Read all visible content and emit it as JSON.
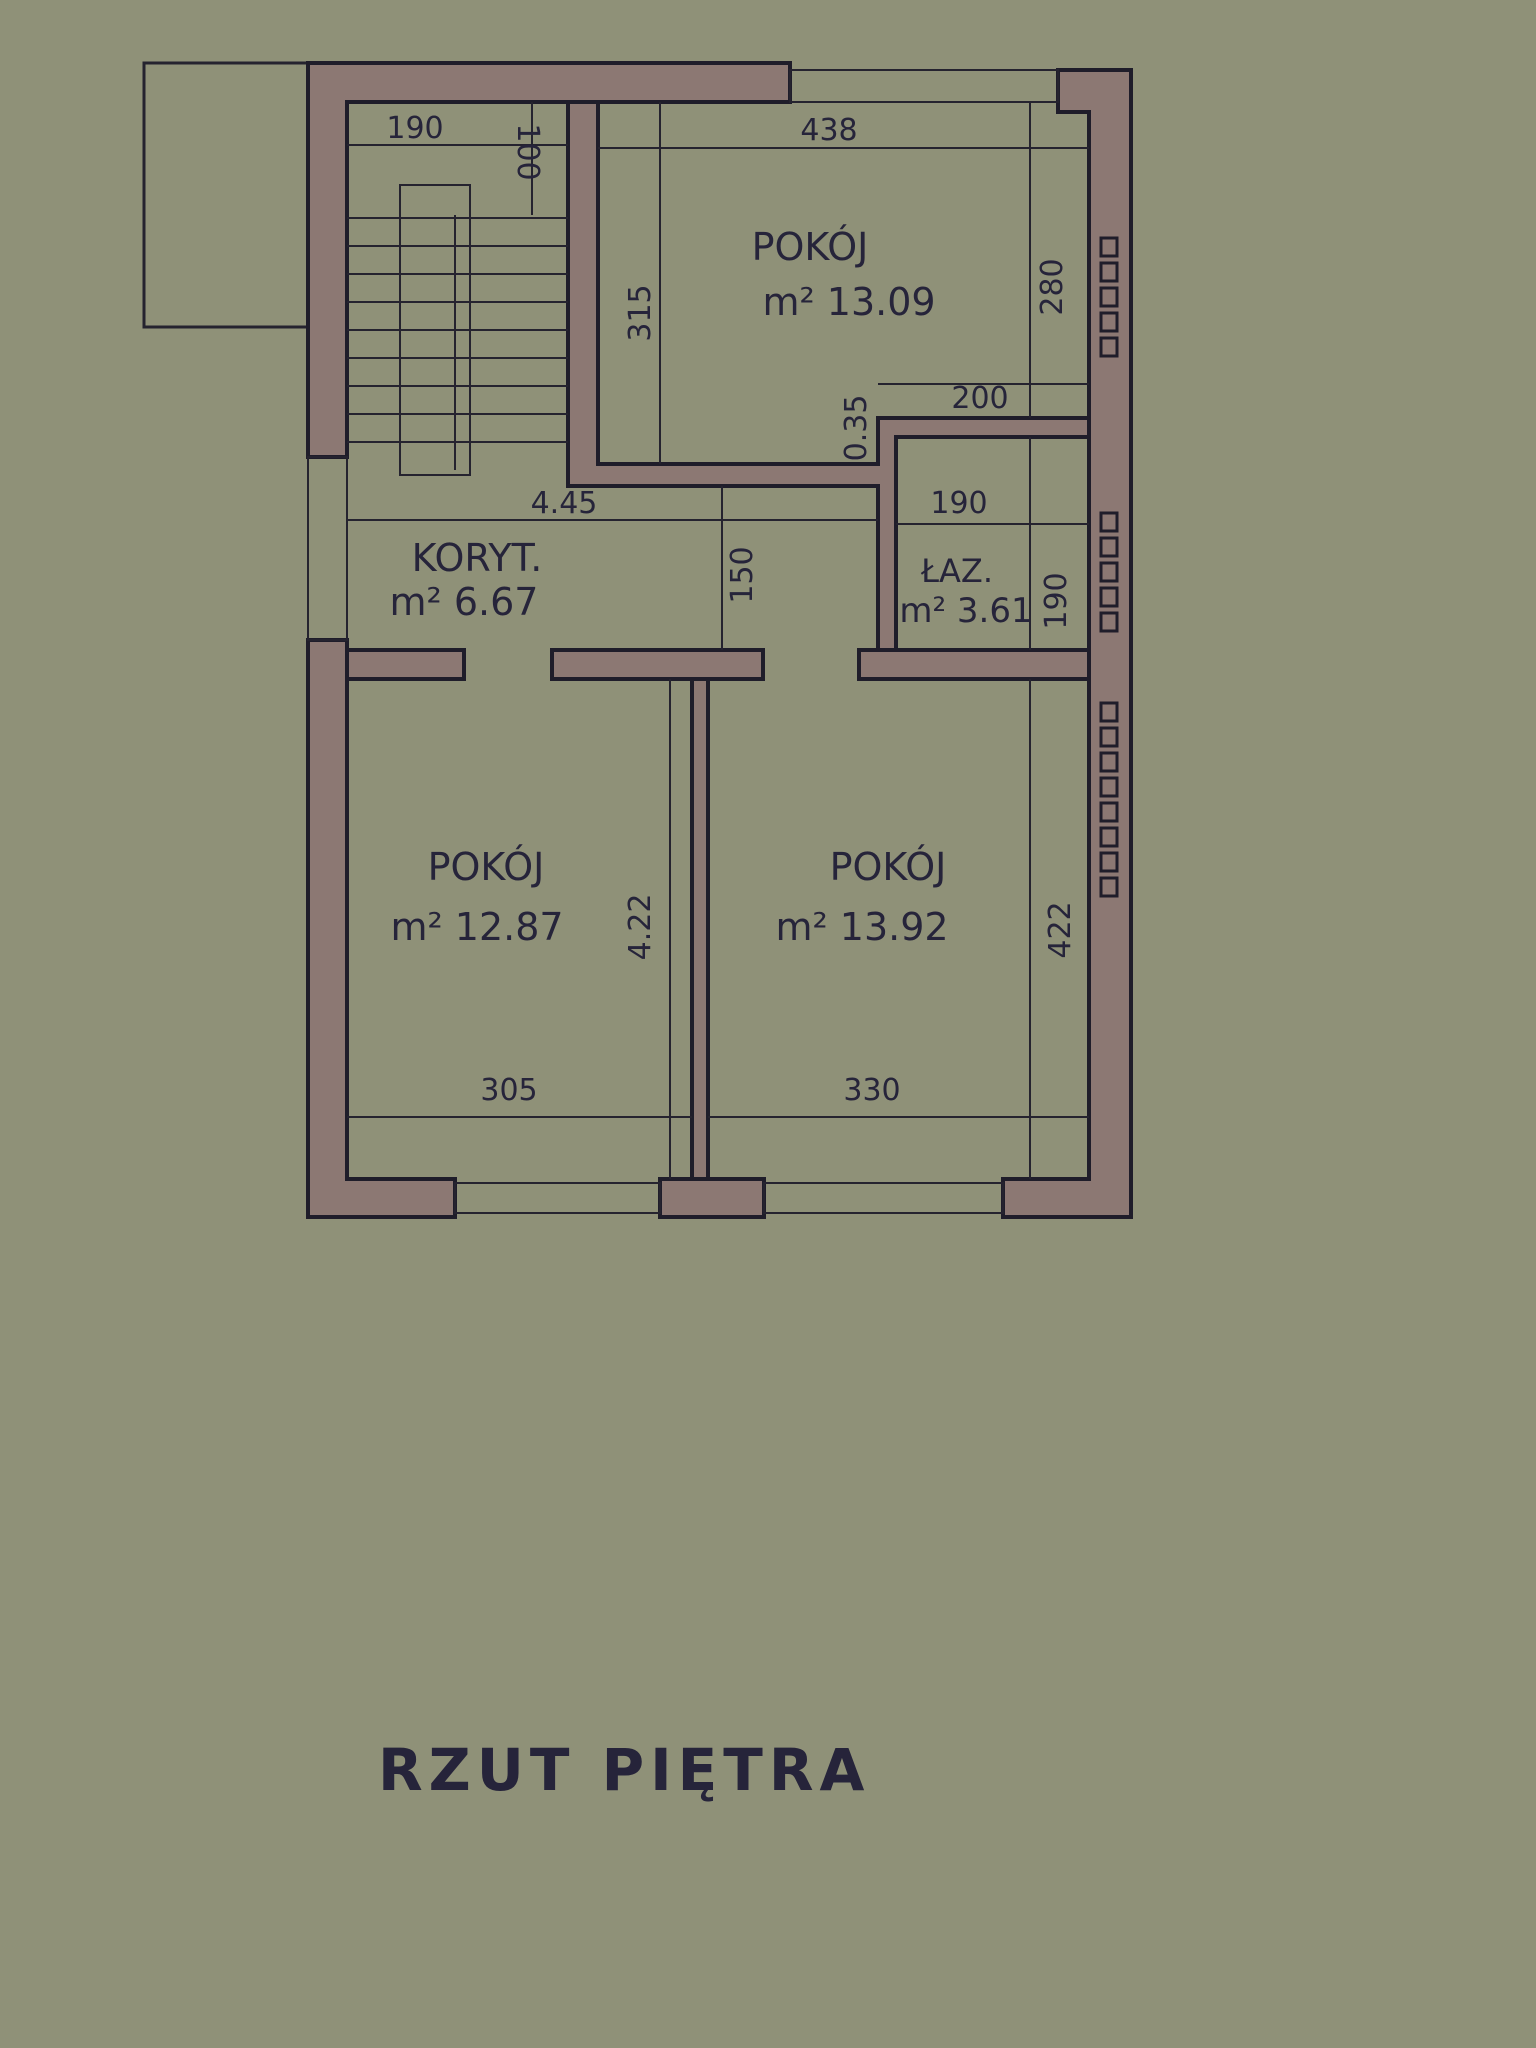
{
  "drawing_title": "RZUT PIĘTRA",
  "rooms": [
    {
      "name": "POKÓJ",
      "area": "m² 13.09"
    },
    {
      "name": "KORYT.",
      "area": "m² 6.67"
    },
    {
      "name": "ŁAZ.",
      "area": "m² 3.61"
    },
    {
      "name": "POKÓJ",
      "area": "m² 12.87"
    },
    {
      "name": "POKÓJ",
      "area": "m² 13.92"
    }
  ],
  "dimensions": {
    "stair_width": "190",
    "stair_landing": "100",
    "top_room_width": "438",
    "top_room_height_left": "315",
    "top_room_height_right": "280",
    "top_room_notch_width": "200",
    "notch_depth": "0.35",
    "corridor_length": "4.45",
    "corridor_width": "150",
    "bath_width": "190",
    "bath_height": "190",
    "left_room_height": "4.22",
    "right_room_height": "422",
    "left_room_width": "305",
    "right_room_width": "330"
  },
  "colors": {
    "wall": "#8c7873",
    "paper": "#8f9178",
    "ink": "#26243a"
  }
}
